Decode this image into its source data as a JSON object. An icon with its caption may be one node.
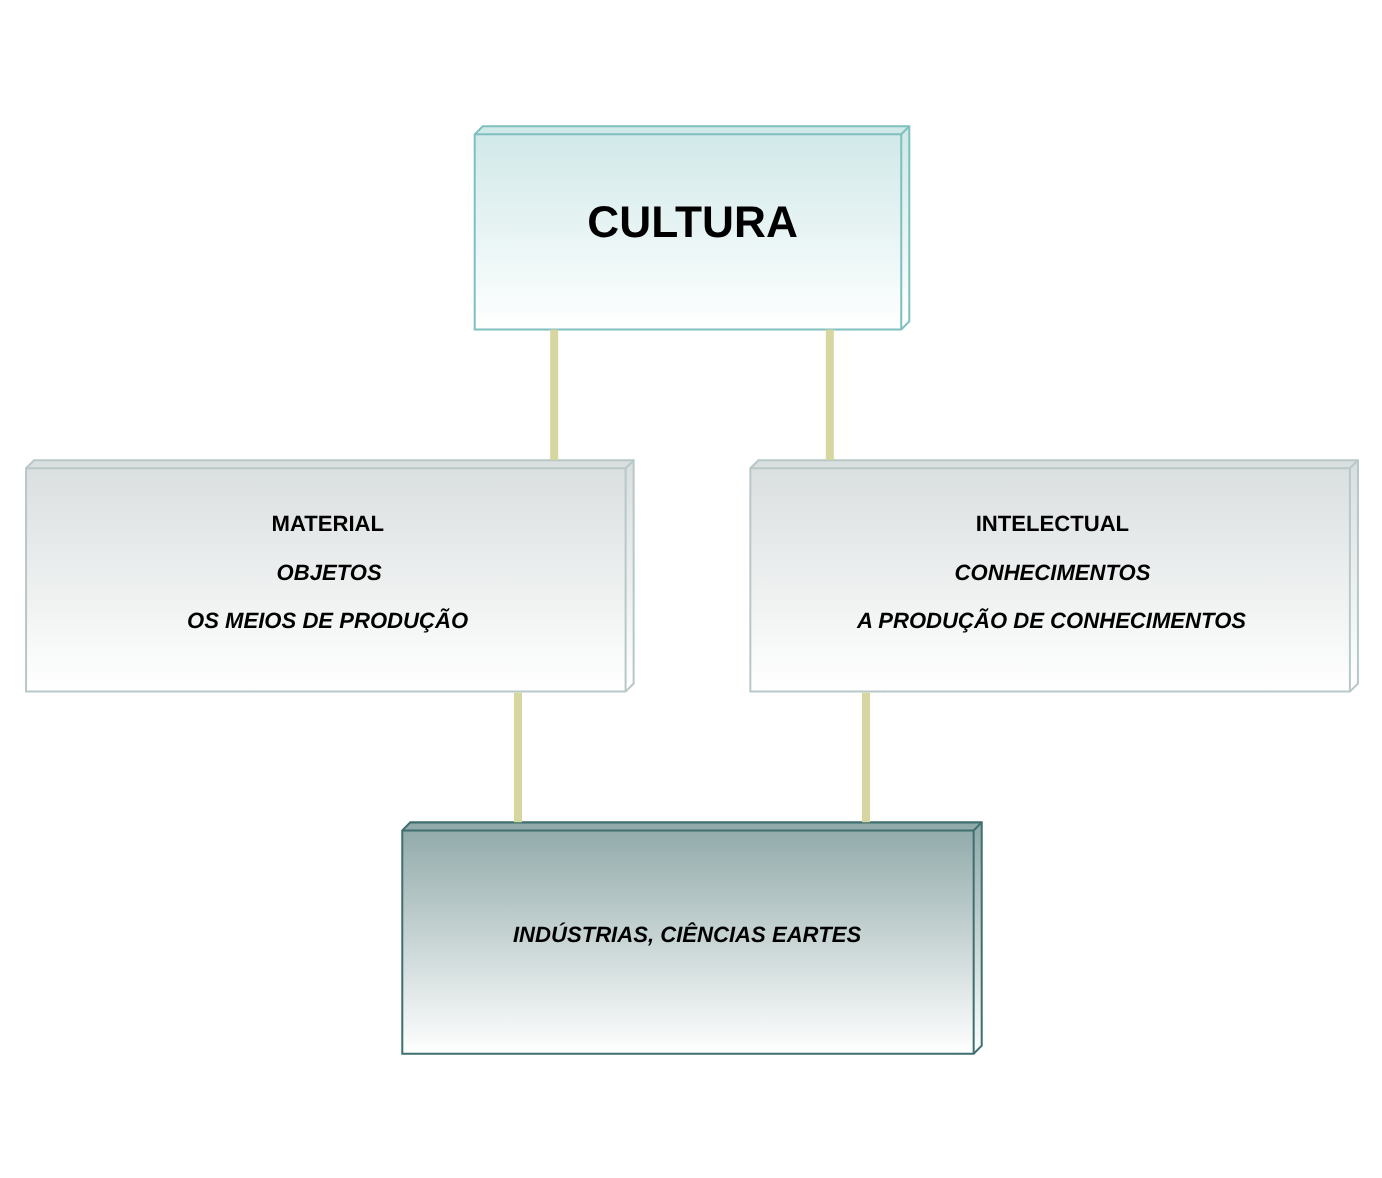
{
  "diagram": {
    "nodes": [
      {
        "text": [
          "CULTURA"
        ]
      },
      {
        "text": [
          "MATERIAL",
          "OBJETOS",
          "OS MEIOS DE PRODUÇÃO"
        ]
      },
      {
        "text": [
          "INTELECTUAL",
          "CONHECIMENTOS",
          "A PRODUÇÃO DE CONHECIMENTOS"
        ]
      },
      {
        "text": [
          "INDÚSTRIAS, CIÊNCIAS EARTES"
        ]
      }
    ],
    "edges": [
      {
        "from": 0,
        "to": 1,
        "arrow": "none"
      },
      {
        "from": 0,
        "to": 2,
        "arrow": "none"
      },
      {
        "from": 1,
        "to": 3,
        "arrow": "none"
      },
      {
        "from": 2,
        "to": 3,
        "arrow": "none"
      }
    ]
  }
}
